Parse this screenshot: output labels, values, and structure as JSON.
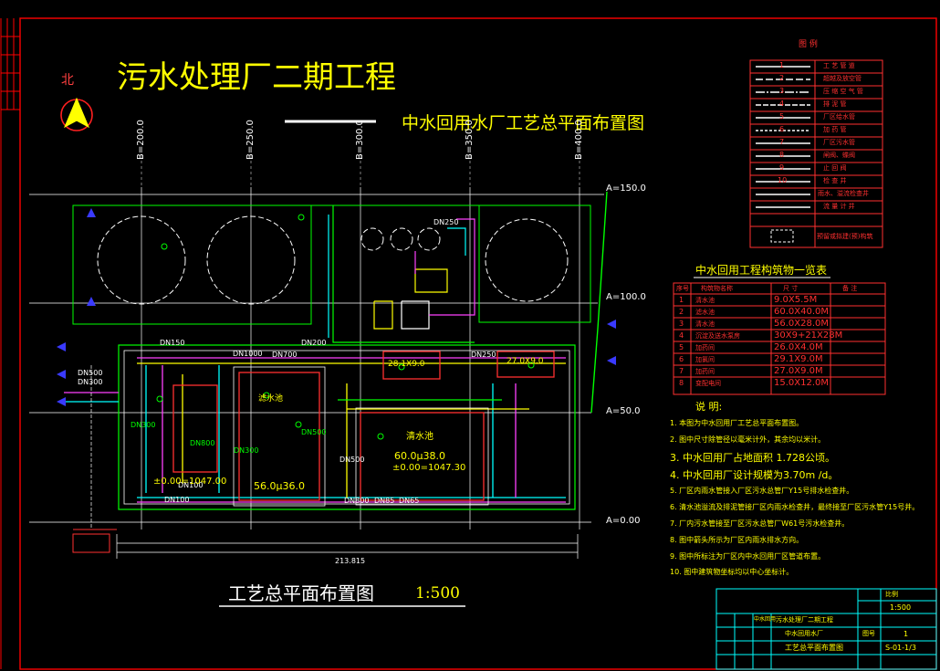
{
  "colors": {
    "background": "#000000",
    "frame": "#ff0000",
    "yellow": "#ffff00",
    "white": "#ffffff",
    "green": "#00ff00",
    "cyan": "#00ffff",
    "magenta": "#ff40ff",
    "blue": "#3a3aff"
  },
  "header": {
    "north_label": "北",
    "project_title": "污水处理厂二期工程",
    "drawing_title": "中水回用水厂工艺总平面布置图"
  },
  "plan": {
    "grid_top": [
      "B=200.0",
      "B=250.0",
      "B=300.0",
      "B=350.0",
      "B=400.0"
    ],
    "grid_right": [
      "A=150.0",
      "A=100.0",
      "A=50.0",
      "A=0.00"
    ],
    "pipe_labels": [
      "DN250",
      "DN250",
      "DN700",
      "DN150",
      "DN500",
      "DN300",
      "DN1000",
      "DN200",
      "DN300",
      "DN100",
      "DN300",
      "DN500",
      "DN800",
      "DN85",
      "DN65",
      "DN500",
      "DN100",
      "DN800"
    ],
    "buildings": [
      {
        "id": "b1",
        "dims": "28.1X9.0"
      },
      {
        "id": "b2",
        "dims": "27.0X9.0"
      },
      {
        "id": "b3",
        "name": "清水池",
        "dims": "60.0μ38.0",
        "elev": "±0.00=1047.30"
      },
      {
        "id": "b4",
        "name": "滤水池",
        "dims": "56.0μ36.0",
        "elev": "±0.00=1047.00"
      }
    ],
    "dimension_total": "213.815",
    "plan_label": "工艺总平面布置图",
    "scale": "1:500"
  },
  "legend": {
    "title": "图 例",
    "rows": [
      {
        "num": "1",
        "label": "工 艺 管 道"
      },
      {
        "num": "2",
        "label": "超越及放空管"
      },
      {
        "num": "3",
        "label": "压 缩 空 气 管"
      },
      {
        "num": "4",
        "label": "排 泥 管"
      },
      {
        "num": "5",
        "label": "厂区给水管"
      },
      {
        "num": "6",
        "label": "加 药 管"
      },
      {
        "num": "7",
        "label": "厂区污水管"
      },
      {
        "num": "8",
        "label": "闸阀、蝶阀"
      },
      {
        "num": "9",
        "label": "止 回 阀"
      },
      {
        "num": "10",
        "label": "检 查 井"
      },
      {
        "num": "",
        "label": "雨水、溢流检查井"
      },
      {
        "num": "",
        "label": "流 量 计 井"
      },
      {
        "num": "",
        "label": "预留或拟建(预)构筑"
      }
    ]
  },
  "structures_table": {
    "title": "中水回用工程构筑物一览表",
    "header": [
      "序号",
      "构筑物名称",
      "尺 寸",
      "备 注"
    ],
    "rows": [
      {
        "num": "1",
        "name": "清水池",
        "size": "9.0X5.5M"
      },
      {
        "num": "2",
        "name": "滤水池",
        "size": "60.0X40.0M"
      },
      {
        "num": "3",
        "name": "清水池",
        "size": "56.0X28.0M"
      },
      {
        "num": "4",
        "name": "沉淀及送水泵房",
        "size": "30X9+21X28M"
      },
      {
        "num": "5",
        "name": "加药间",
        "size": "26.0X4.0M"
      },
      {
        "num": "6",
        "name": "加氯间",
        "size": "29.1X9.0M"
      },
      {
        "num": "7",
        "name": "加药间",
        "size": "27.0X9.0M"
      },
      {
        "num": "8",
        "name": "变配电间",
        "size": "15.0X12.0M"
      }
    ]
  },
  "notes": {
    "title": "说 明:",
    "items": [
      "1. 本图为中水回用厂工艺总平面布置图。",
      "2. 图中尺寸除管径以毫米计外，其余均以米计。",
      "3. 中水回用厂占地面积 1.728公顷。",
      "4. 中水回用厂设计规模为3.70m /d。",
      "5. 厂区内雨水管接入厂区污水总管厂Y15号排水检查井。",
      "6. 清水池溢流及排泥管接厂区内雨水检查井，最终接至厂区污水管Y15号井。",
      "7. 厂内污水管接至厂区污水总管厂W61号污水检查井。",
      "8. 图中箭头所示为厂区内雨水排水方向。",
      "9. 图中所标注为厂区内中水回用厂区管道布置。",
      "10. 图中建筑物坐标均以中心坐标计。"
    ]
  },
  "title_block": {
    "scale_label": "比例",
    "scale_value": "1:500",
    "unit": "中水回用",
    "project": "污水处理厂二期工程",
    "subproject": "中水回用水厂",
    "drawing": "工艺总平面布置图",
    "sheet_label": "图号",
    "sheet_value": "1",
    "drawing_no": "S-01-1/3"
  }
}
